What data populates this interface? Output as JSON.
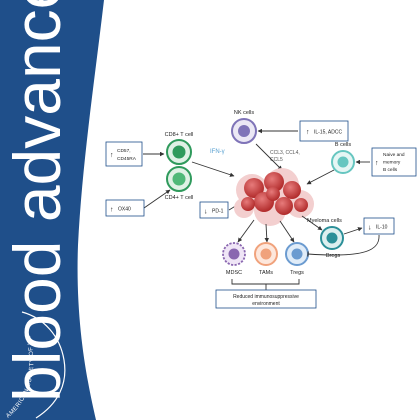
{
  "journal": {
    "title": "blood advances",
    "society": "AMERICAN SOCIETY OF HEMATOLOGY"
  },
  "colors": {
    "navy": "#1f4f8a",
    "box_border": "#1f4f8a",
    "arrow": "#333333",
    "myeloma_red": "#c83a3a",
    "nk_purple": "#7f74b8",
    "t_green": "#2f9a5c",
    "b_teal": "#66c6c0",
    "mdsc_violet": "#8a67b0",
    "tam_orange": "#f0a27c",
    "treg_blue": "#6b9bd0",
    "breg_teal": "#2b8f98",
    "ifn_color": "#57a0d0",
    "chemokine_color": "#555555"
  },
  "diagram": {
    "nodes": {
      "nk_cells": "NK cells",
      "cd8": "CD8+ T cell",
      "cd4": "CD4+ T cell",
      "b_cells": "B cells",
      "myeloma": "Myeloma cells",
      "mdsc": "MDSC",
      "tams": "TAMs",
      "tregs": "Tregs",
      "bregs": "Bregs"
    },
    "labels": {
      "ifn": "IFN-γ",
      "chemokines": [
        "CCL3, CCL4,",
        "CCL5"
      ]
    },
    "boxes": {
      "il15": {
        "arrow": "up",
        "text": "IL-15, ADCC"
      },
      "cd57": {
        "arrow": "up",
        "lines": [
          "CD57,",
          "CD45RA"
        ]
      },
      "ox40": {
        "arrow": "up",
        "text": "OX40"
      },
      "pd1": {
        "arrow": "down",
        "text": "PD-1"
      },
      "naive": {
        "arrow": "up",
        "lines": [
          "Naive and",
          "memory",
          "B cells"
        ]
      },
      "il10": {
        "arrow": "down",
        "text": "IL-10"
      },
      "reduced": {
        "lines": [
          "Reduced immunosuppressive",
          "environment"
        ]
      }
    }
  }
}
